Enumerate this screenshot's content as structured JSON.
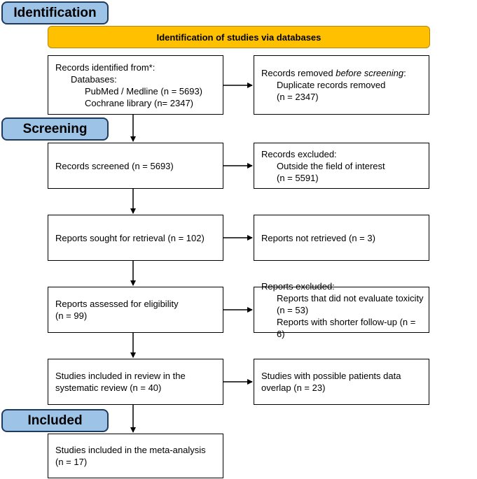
{
  "phases": {
    "identification": "Identification",
    "screening": "Screening",
    "included": "Included"
  },
  "banner": "Identification of studies via databases",
  "boxes": {
    "records_identified": {
      "line1": "Records identified from*:",
      "line2": "Databases:",
      "line3": "PubMed / Medline (n = 5693)",
      "line4": "Cochrane library (n= 2347)"
    },
    "records_removed": {
      "line1_prefix": "Records removed ",
      "line1_em": "before screening",
      "line1_suffix": ":",
      "line2": "Duplicate records removed",
      "line3": "(n = 2347)"
    },
    "records_screened": {
      "line1": "Records screened (n = 5693)"
    },
    "records_excluded": {
      "line1": "Records excluded:",
      "line2": "Outside the field of interest",
      "line3": "(n = 5591)"
    },
    "reports_sought": {
      "line1": "Reports sought for retrieval (n = 102)"
    },
    "reports_not_retrieved": {
      "line1": "Reports not retrieved (n = 3)"
    },
    "reports_assessed": {
      "line1": "Reports assessed for eligibility",
      "line2": "(n = 99)"
    },
    "reports_excluded": {
      "line1": "Reports excluded:",
      "line2": "Reports that did not evaluate toxicity (n = 53)",
      "line3": "Reports with shorter follow-up (n = 6)"
    },
    "studies_review": {
      "line1": "Studies included in review in the",
      "line2": "systematic review (n = 40)"
    },
    "studies_overlap": {
      "line1": "Studies with possible patients data",
      "line2": "overlap (n = 23)"
    },
    "studies_meta": {
      "line1": "Studies included in the meta-analysis",
      "line2": "(n = 17)"
    }
  }
}
